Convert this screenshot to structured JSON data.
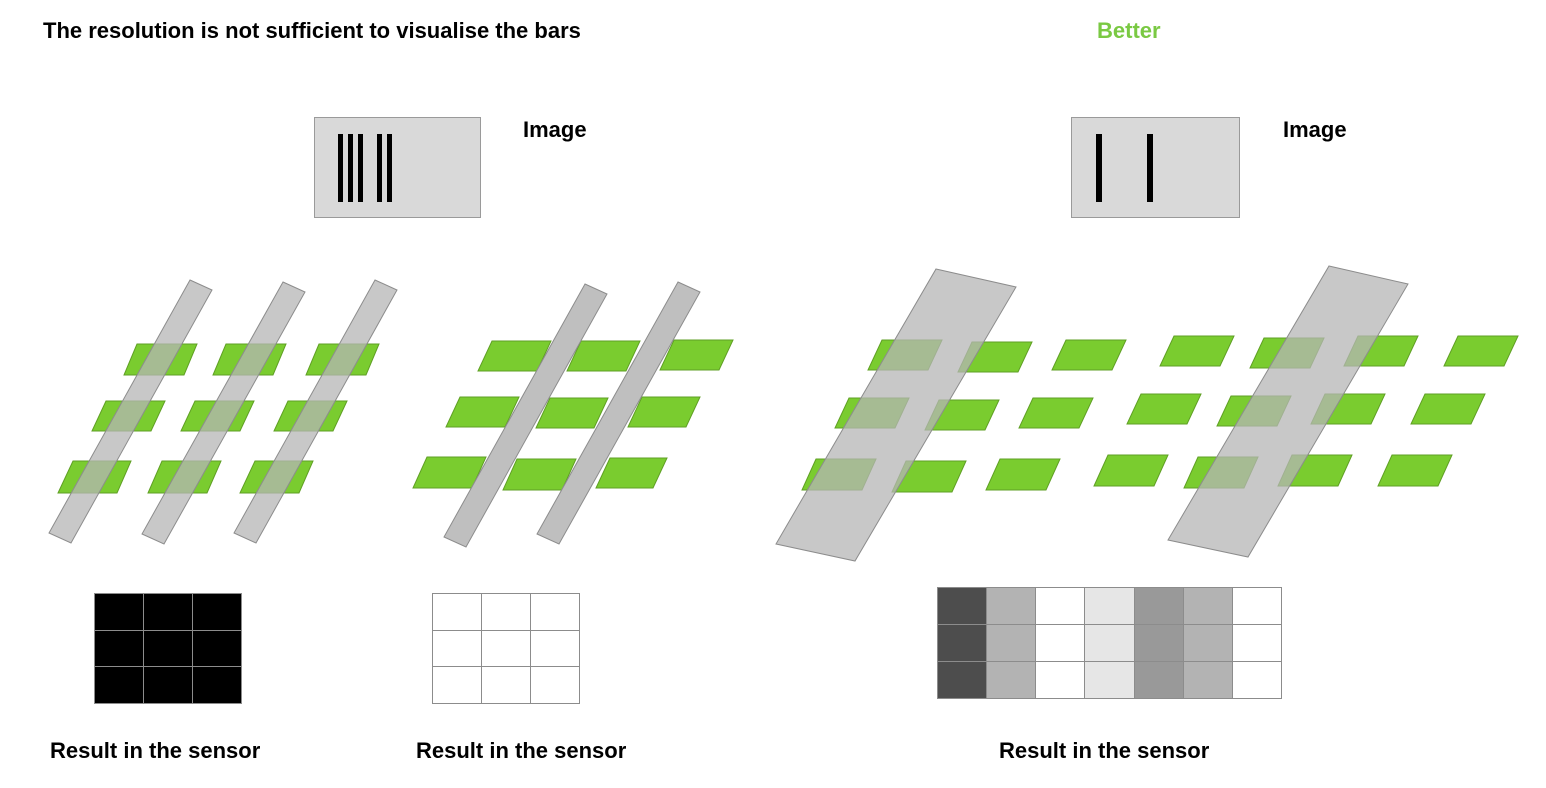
{
  "left": {
    "heading": "The resolution is not sufficient to visualise the bars",
    "image_label": "Image"
  },
  "right": {
    "heading": "Better",
    "heading_color": "#7ac943",
    "image_label": "Image"
  },
  "captions": [
    "Result in the sensor",
    "Result in the sensor",
    "Result in the sensor"
  ],
  "colors": {
    "pixel_green": "#7acc2f",
    "bar_gray": "#bfbfbf",
    "image_bg": "#d9d9d9"
  },
  "sensor_results": [
    {
      "rows": 3,
      "cols": 3,
      "column_fills": [
        "#000000",
        "#000000",
        "#000000"
      ]
    },
    {
      "rows": 3,
      "cols": 3,
      "column_fills": [
        "#ffffff",
        "#ffffff",
        "#ffffff"
      ]
    },
    {
      "rows": 3,
      "cols": 7,
      "column_fills": [
        "#4d4d4d",
        "#b3b3b3",
        "#ffffff",
        "#e6e6e6",
        "#999999",
        "#b3b3b3",
        "#ffffff"
      ]
    }
  ]
}
